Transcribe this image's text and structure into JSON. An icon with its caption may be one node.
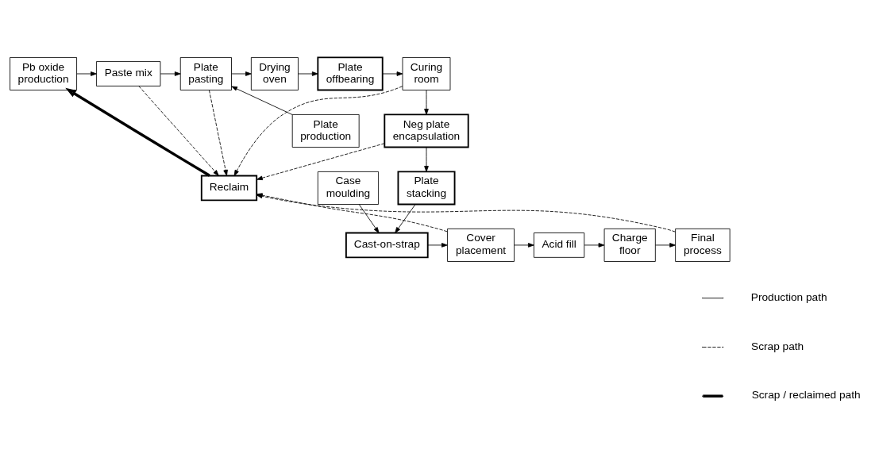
{
  "diagram": {
    "nodes": [
      {
        "text": [
          "Pb oxide production"
        ]
      },
      {
        "text": [
          "Paste mix"
        ]
      },
      {
        "text": [
          "Plate pasting"
        ]
      },
      {
        "text": [
          "Drying oven"
        ]
      },
      {
        "text": [
          "Plate offbearing"
        ]
      },
      {
        "text": [
          "Curing room"
        ]
      },
      {
        "text": [
          "Plate production"
        ]
      },
      {
        "text": [
          "Neg plate encapsulation"
        ]
      },
      {
        "text": [
          "Reclaim"
        ]
      },
      {
        "text": [
          "Case moulding"
        ]
      },
      {
        "text": [
          "Plate stacking"
        ]
      },
      {
        "text": [
          "Final process"
        ]
      },
      {
        "text": [
          "Charge floor"
        ]
      },
      {
        "text": [
          "Acid fill"
        ]
      },
      {
        "text": [
          "Cover placement"
        ]
      },
      {
        "text": [
          "Cast-on-strap"
        ]
      }
    ],
    "edges": [
      {
        "from": 0,
        "to": 1,
        "arrow": "to"
      },
      {
        "from": 1,
        "to": 2,
        "arrow": "to"
      },
      {
        "from": 2,
        "to": 3,
        "arrow": "to"
      },
      {
        "from": 3,
        "to": 4,
        "arrow": "to"
      },
      {
        "from": 4,
        "to": 5,
        "arrow": "to"
      },
      {
        "from": 6,
        "to": 2,
        "arrow": "to"
      },
      {
        "from": 5,
        "to": 7,
        "arrow": "to"
      },
      {
        "from": 7,
        "to": 10,
        "arrow": "to"
      },
      {
        "from": 10,
        "to": 15,
        "arrow": "to"
      },
      {
        "from": 9,
        "to": 15,
        "arrow": "to"
      },
      {
        "from": 15,
        "to": 14,
        "arrow": "to"
      },
      {
        "from": 14,
        "to": 13,
        "arrow": "to"
      },
      {
        "from": 13,
        "to": 12,
        "arrow": "to"
      },
      {
        "from": 12,
        "to": 11,
        "arrow": "to"
      },
      {
        "from": 1,
        "to": 8,
        "arrow": "to",
        "style": "dashed"
      },
      {
        "from": 2,
        "to": 8,
        "arrow": "to",
        "style": "dashed"
      },
      {
        "from": 5,
        "to": 8,
        "arrow": "to",
        "style": "dashed"
      },
      {
        "from": 7,
        "to": 8,
        "arrow": "to",
        "style": "dashed"
      },
      {
        "from": 11,
        "to": 8,
        "arrow": "to",
        "style": "dashed"
      },
      {
        "from": 14,
        "to": 8,
        "arrow": "to",
        "style": "dashed"
      },
      {
        "from": 8,
        "to": 0,
        "arrow": "to",
        "style": "thick"
      }
    ],
    "legend": [
      {
        "text": "Production path"
      },
      {
        "text": "Scrap path"
      },
      {
        "text": "Scrap / reclaimed path"
      }
    ]
  }
}
